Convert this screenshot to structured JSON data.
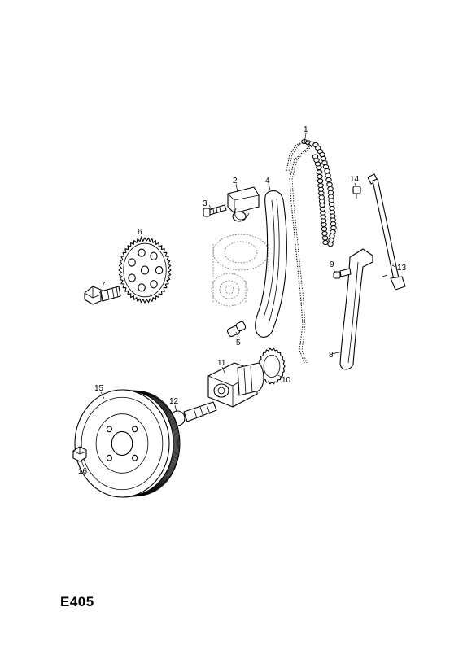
{
  "diagram": {
    "code": "E405",
    "callouts": [
      "1",
      "2",
      "3",
      "4",
      "5",
      "6",
      "7",
      "8",
      "9",
      "10",
      "11",
      "12",
      "13",
      "14",
      "15",
      "16"
    ]
  }
}
